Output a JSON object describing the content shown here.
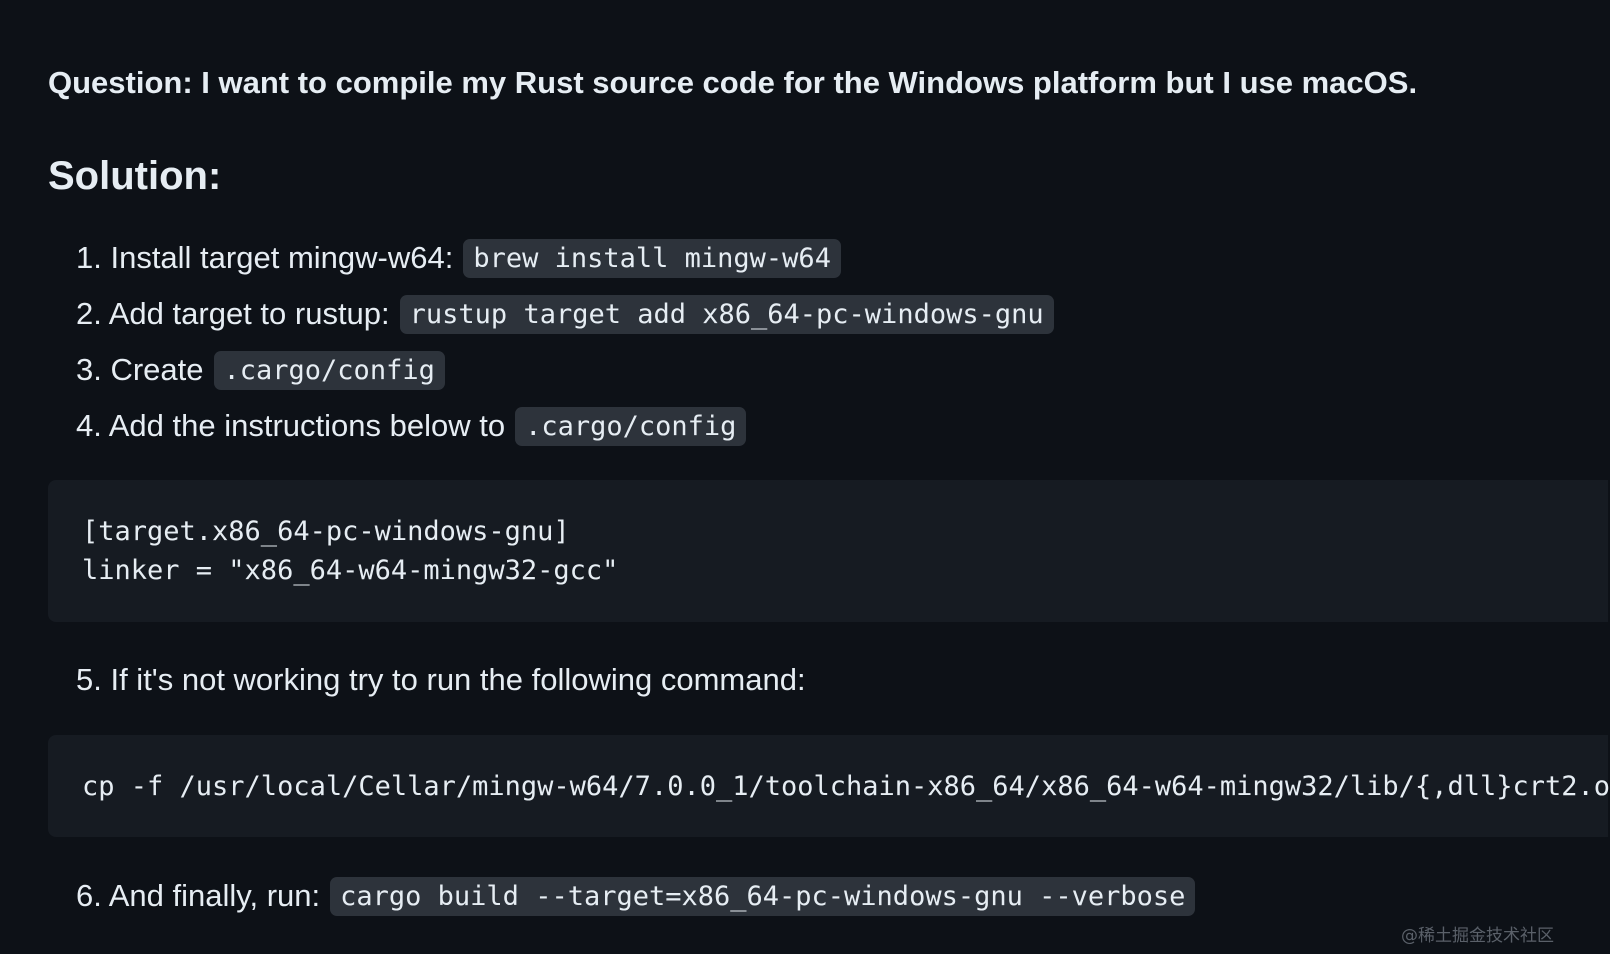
{
  "question": "Question: I want to compile my Rust source code for the Windows platform but I use macOS.",
  "solution_heading": "Solution:",
  "steps": [
    {
      "label": "1. Install target mingw-w64:",
      "code": "brew install mingw-w64"
    },
    {
      "label": "2. Add target to rustup:",
      "code": "rustup target add x86_64-pc-windows-gnu"
    },
    {
      "label": "3. Create",
      "code": ".cargo/config"
    },
    {
      "label": "4. Add the instructions below to",
      "code": ".cargo/config"
    },
    {
      "label": "5. If it's not working try to run the following command:"
    },
    {
      "label": "6. And finally, run:",
      "code": "cargo build --target=x86_64-pc-windows-gnu --verbose"
    }
  ],
  "config_block": {
    "lines": [
      "[target.x86_64-pc-windows-gnu]",
      "linker = \"x86_64-w64-mingw32-gcc\""
    ]
  },
  "command_block": {
    "lines": [
      "cp -f /usr/local/Cellar/mingw-w64/7.0.0_1/toolchain-x86_64/x86_64-w64-mingw32/lib/{,dll}crt2.o"
    ]
  },
  "watermark": "@稀土掘金技术社区",
  "colors": {
    "background": "#0d1117",
    "text": "#e6edf3",
    "inline_code_bg": "#2d333b",
    "code_block_bg": "#161b22"
  }
}
